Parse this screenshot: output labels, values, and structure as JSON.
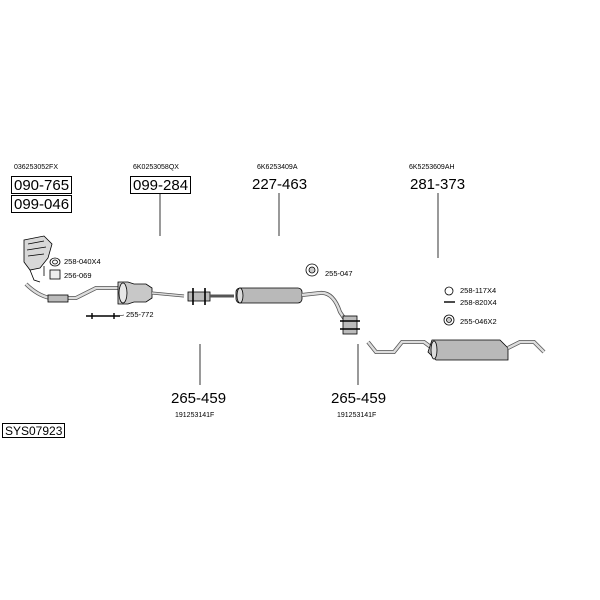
{
  "diagram_ref": "SYS07923",
  "groups": [
    {
      "oem": "036253052FX",
      "parts": [
        "090-765",
        "099-046"
      ]
    },
    {
      "oem": "6K0253058QX",
      "parts": [
        "099-284"
      ]
    },
    {
      "oem": "6K6253409A",
      "parts": [
        "227-463"
      ]
    },
    {
      "oem": "6K5253609AH",
      "parts": [
        "281-373"
      ]
    },
    {
      "oem": "191253141F",
      "parts": [
        "265-459"
      ]
    },
    {
      "oem": "191253141F",
      "parts": [
        "265-459"
      ]
    }
  ],
  "fittings": [
    "258-040X4",
    "256-069",
    "255-772",
    "255-047",
    "258-117X4",
    "258-820X4",
    "255-046X2"
  ]
}
